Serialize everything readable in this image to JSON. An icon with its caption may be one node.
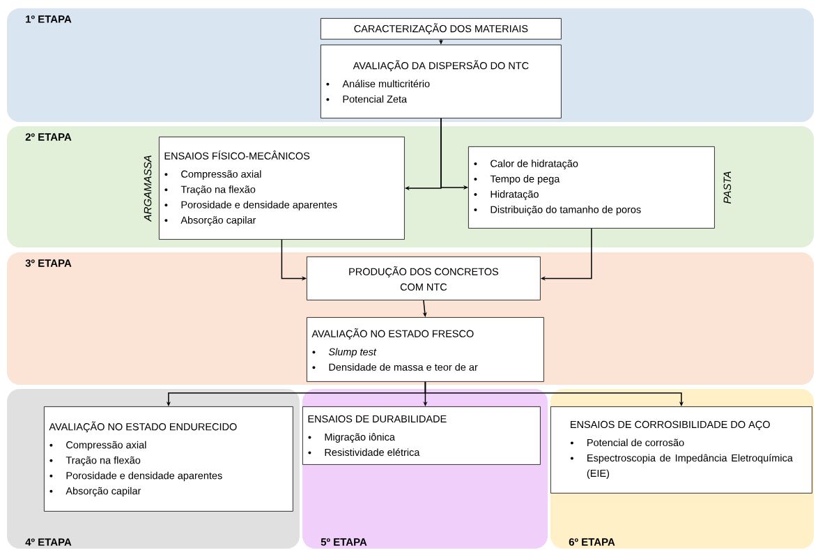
{
  "diagram": {
    "nodes": [
      {
        "text": [
          "1º ETAPA"
        ]
      },
      {
        "text": [
          "CARACTERIZAÇÃO DOS MATERIAIS"
        ],
        "in": 0
      },
      {
        "text": [
          "AVALIAÇÃO DA DISPERSÃO DO NTC",
          "Análise multicritério",
          "Potencial Zeta"
        ],
        "in": 0
      },
      {
        "text": [
          "2º ETAPA"
        ]
      },
      {
        "text": [
          "ENSAIOS FÍSICO-MECÂNICOS",
          "Compressão axial",
          "Tração na flexão",
          "Porosidade e densidade aparentes",
          "Absorção capilar"
        ],
        "in": 3,
        "beside": [
          "ARGAMASSA"
        ]
      },
      {
        "text": [
          "Calor de hidratação",
          "Tempo de pega",
          "Hidratação",
          "Distribuição do tamanho de poros"
        ],
        "in": 3,
        "beside": [
          "PASTA"
        ]
      },
      {
        "text": [
          "3º ETAPA"
        ]
      },
      {
        "text": [
          "PRODUÇÃO DOS CONCRETOS COM NTC"
        ],
        "in": 6
      },
      {
        "text": [
          "AVALIAÇÃO NO ESTADO FRESCO",
          "*Slump test*",
          "Densidade de massa e teor de ar"
        ],
        "in": 6
      },
      {
        "text": [
          "4º ETAPA"
        ]
      },
      {
        "text": [
          "AVALIAÇÃO NO ESTADO ENDURECIDO",
          "Compressão axial",
          "Tração na flexão",
          "Porosidade e densidade aparentes",
          "Absorção capilar"
        ],
        "in": 9
      },
      {
        "text": [
          "5º ETAPA"
        ]
      },
      {
        "text": [
          "ENSAIOS DE DURABILIDADE",
          "Migração iônica",
          "Resistividade elétrica"
        ],
        "in": 11
      },
      {
        "text": [
          "6º ETAPA"
        ]
      },
      {
        "text": [
          "ENSAIOS DE CORROSIBILIDADE DO AÇO",
          "Potencial de corrosão",
          "Espectroscopia de Impedância Eletroquímica (EIE)"
        ],
        "in": 13
      }
    ],
    "edges": [
      {
        "from": 1,
        "to": 2,
        "arrow": "to"
      },
      {
        "from": 2,
        "to": 4,
        "arrow": "to"
      },
      {
        "from": 2,
        "to": 5,
        "arrow": "to"
      },
      {
        "from": 4,
        "to": 7,
        "arrow": "to"
      },
      {
        "from": 5,
        "to": 7,
        "arrow": "to"
      },
      {
        "from": 7,
        "to": 8,
        "arrow": "to"
      },
      {
        "from": 8,
        "to": 10,
        "arrow": "to"
      },
      {
        "from": 8,
        "to": 12,
        "arrow": "to"
      },
      {
        "from": 8,
        "to": 14,
        "arrow": "to"
      }
    ]
  }
}
